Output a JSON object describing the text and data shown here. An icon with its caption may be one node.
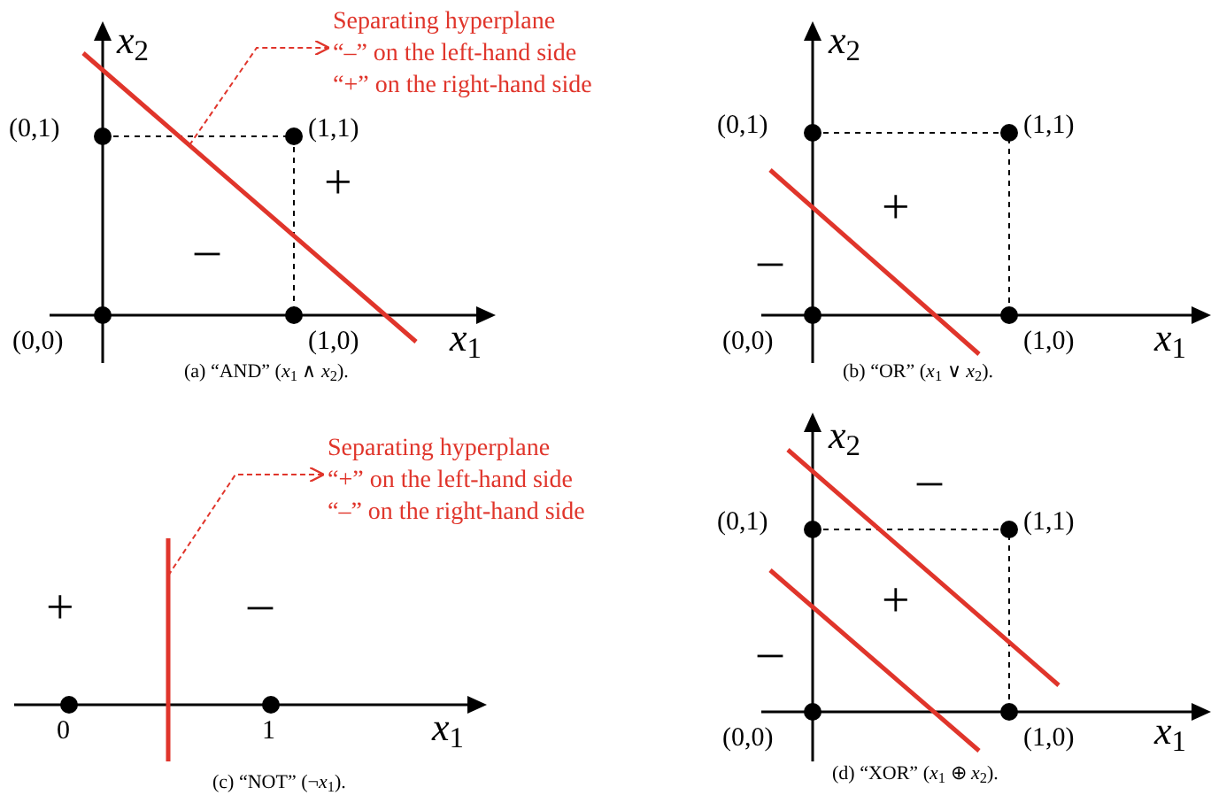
{
  "diagram": {
    "nodes": [
      {
        "text": [
          "Separating hyperplane",
          "“–” on the left-hand side",
          "“+” on the right-hand side"
        ]
      },
      {
        "text": [],
        "shape": "line"
      },
      {
        "text": [
          "Separating hyperplane",
          "“+” on the left-hand side",
          "“–” on the right-hand side"
        ]
      },
      {
        "text": [],
        "shape": "line"
      }
    ],
    "edges": [
      {
        "from": 1,
        "to": 0,
        "arrow": "to",
        "style": "dashed"
      },
      {
        "from": 3,
        "to": 2,
        "arrow": "to",
        "style": "dashed"
      }
    ],
    "labels": [
      "*x*$_{2}$",
      "(0,1)",
      "(1,1)",
      "+",
      "–",
      "(0,0)",
      "(1,0)",
      "*x*$_{1}$",
      "(a) “AND” (*x*$_{1}$ ∧ *x*$_{2}$).",
      "*x*$_{2}$",
      "(0,1)",
      "(1,1)",
      "+",
      "–",
      "(0,0)",
      "(1,0)",
      "*x*$_{1}$",
      "(b) “OR” (*x*$_{1}$ ∨ *x*$_{2}$).",
      "+",
      "–",
      "0",
      "1",
      "*x*$_{1}$",
      "(c) “NOT” (¬*x*$_{1}$).",
      "*x*$_{2}$",
      "–",
      "(0,1)",
      "(1,1)",
      "+",
      "–",
      "(0,0)",
      "(1,0)",
      "*x*$_{1}$",
      "(d) “XOR” (*x*$_{1}$ ⊕ *x*$_{2}$)."
    ]
  }
}
